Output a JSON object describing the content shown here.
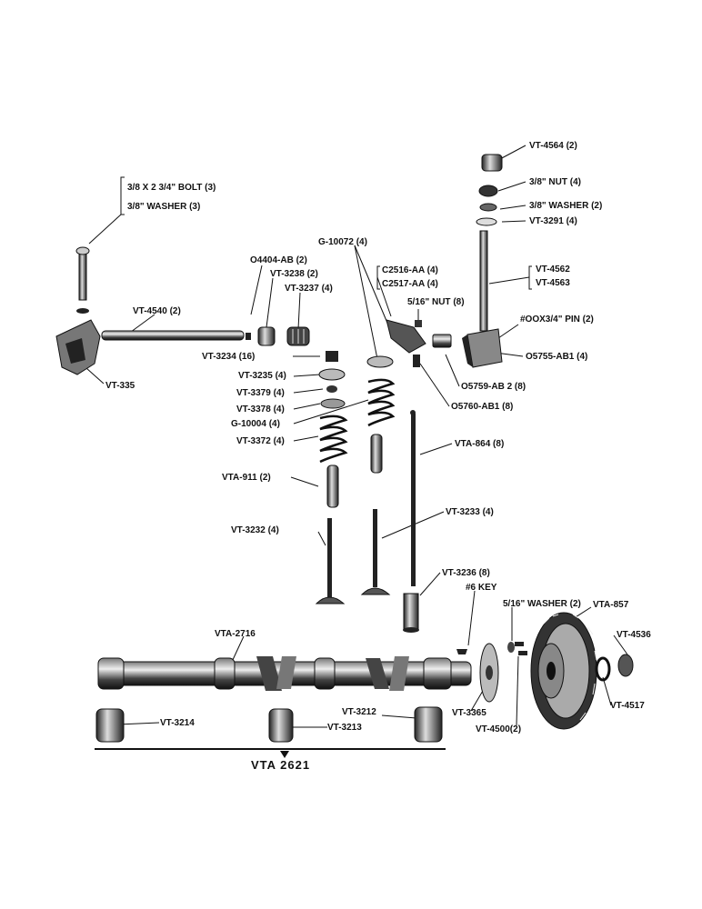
{
  "callouts": {
    "vt4564": "VT-4564 (2)",
    "nut": "3/8\" NUT (4)",
    "washer38": "3/8\" WASHER (2)",
    "vt3291": "VT-3291 (4)",
    "vt4562": "VT-4562",
    "vt4563": "VT-4563",
    "pin": "#OOX3/4\" PIN (2)",
    "o5755": "O5755-AB1 (4)",
    "o5759": "O5759-AB 2 (8)",
    "o5760": "O5760-AB1 (8)",
    "g10072": "G-10072 (4)",
    "c2516": "C2516-AA (4)",
    "c2517": "C2517-AA (4)",
    "nut516": "5/16\" NUT (8)",
    "bolt": "3/8 X 2 3/4\" BOLT (3)",
    "washerBolt": "3/8\" WASHER (3)",
    "o4404": "O4404-AB (2)",
    "vt3238": "VT-3238 (2)",
    "vt3237": "VT-3237 (4)",
    "vt4540": "VT-4540 (2)",
    "vt335": "VT-335",
    "vt3234": "VT-3234 (16)",
    "vt3235": "VT-3235 (4)",
    "vt3379": "VT-3379 (4)",
    "vt3378": "VT-3378 (4)",
    "g10004": "G-10004 (4)",
    "vt3372": "VT-3372 (4)",
    "vta911": "VTA-911 (2)",
    "vt3232": "VT-3232 (4)",
    "vt3233": "VT-3233 (4)",
    "vta864": "VTA-864 (8)",
    "vt3236": "VT-3236 (8)",
    "key": "#6 KEY",
    "washer516": "5/16\" WASHER (2)",
    "vta857": "VTA-857",
    "vt4536": "VT-4536",
    "vt4517": "VT-4517",
    "vta2716": "VTA-2716",
    "vt3365": "VT-3365",
    "vt4500": "VT-4500(2)",
    "vt3214": "VT-3214",
    "vt3213": "VT-3213",
    "vt3212": "VT-3212",
    "assembly": "VTA 2621"
  }
}
